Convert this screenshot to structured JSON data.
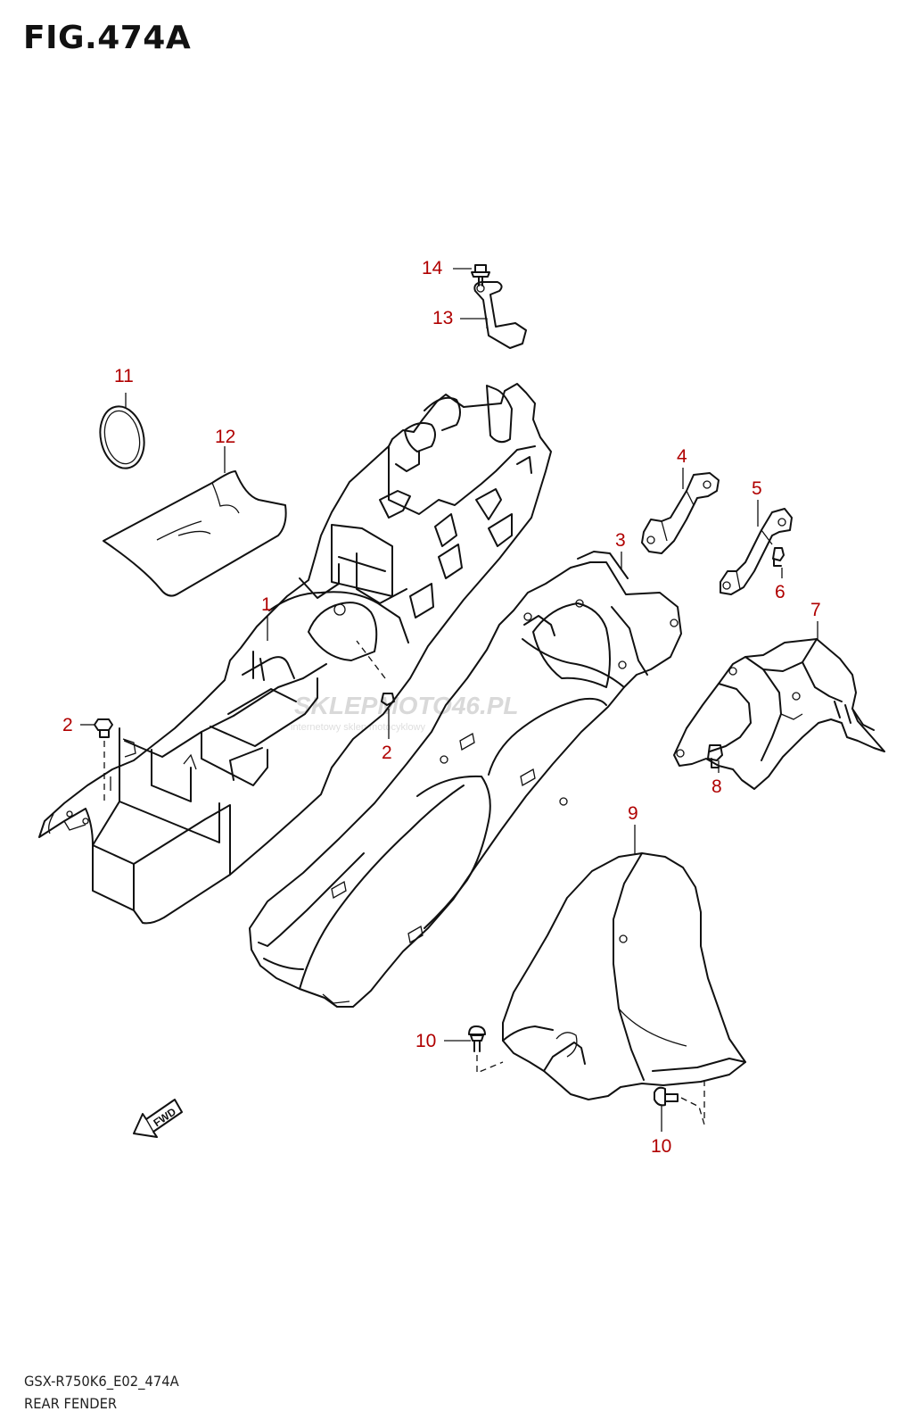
{
  "figure": {
    "title": "FIG.474A",
    "model_code": "GSX-R750K6_E02_474A",
    "name": "REAR FENDER"
  },
  "callouts": [
    {
      "id": "c1",
      "label": "1"
    },
    {
      "id": "c2a",
      "label": "2"
    },
    {
      "id": "c2b",
      "label": "2"
    },
    {
      "id": "c3",
      "label": "3"
    },
    {
      "id": "c4",
      "label": "4"
    },
    {
      "id": "c5",
      "label": "5"
    },
    {
      "id": "c6",
      "label": "6"
    },
    {
      "id": "c7",
      "label": "7"
    },
    {
      "id": "c8",
      "label": "8"
    },
    {
      "id": "c9",
      "label": "9"
    },
    {
      "id": "c10a",
      "label": "10"
    },
    {
      "id": "c10b",
      "label": "10"
    },
    {
      "id": "c11",
      "label": "11"
    },
    {
      "id": "c12",
      "label": "12"
    },
    {
      "id": "c13",
      "label": "13"
    },
    {
      "id": "c14",
      "label": "14"
    }
  ],
  "fwd_label": "FWD",
  "watermark": {
    "brand": "SKLEPMOTO46.PL",
    "tagline": "internetowy sklep motocyklowy"
  },
  "colors": {
    "callout": "#b00000",
    "line": "#111111",
    "watermark": "#d9d9d9"
  }
}
